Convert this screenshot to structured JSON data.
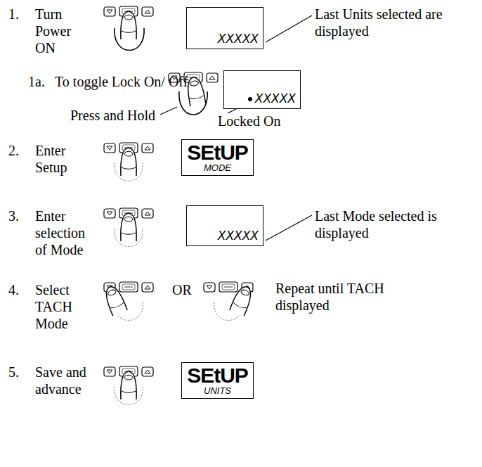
{
  "diagram": {
    "nodes": [
      {
        "text": [
          "XXXXX"
        ]
      },
      {
        "text": [
          "XXXXX"
        ]
      },
      {
        "text": [
          "SEtUP",
          "MODE"
        ]
      },
      {
        "text": [
          "XXXXX"
        ]
      },
      {
        "text": [
          "SEtUP",
          "UNITS"
        ]
      }
    ],
    "labels": [
      "1.",
      "Turn Power ON",
      "Last Units selected are displayed",
      "1a.",
      "To toggle Lock On/ Off",
      "Press and Hold",
      "Locked On",
      "2.",
      "Enter Setup",
      "3.",
      "Enter selection of Mode",
      "Last Mode selected is displayed",
      "4.",
      "Select TACH Mode",
      "OR",
      "Repeat until TACH displayed",
      "5.",
      "Save and advance"
    ]
  }
}
